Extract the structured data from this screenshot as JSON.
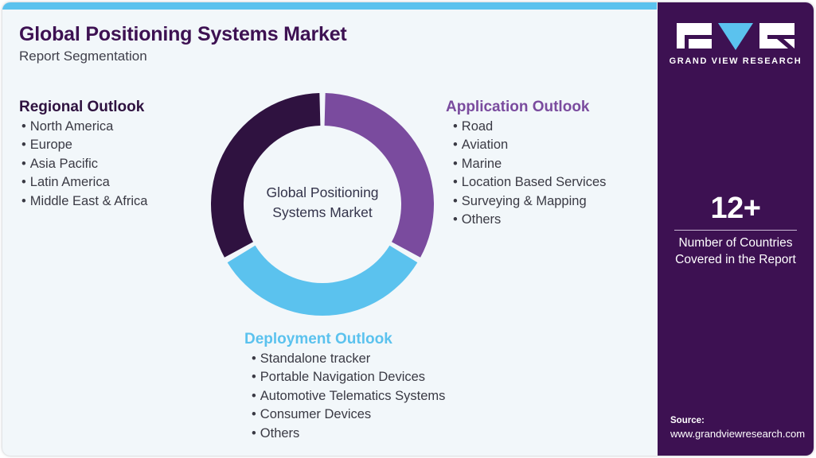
{
  "header": {
    "title": "Global Positioning Systems Market",
    "subtitle": "Report Segmentation"
  },
  "colors": {
    "accent_blue": "#5bc2ee",
    "dark_purple": "#3d1152",
    "mid_purple": "#7a4b9e",
    "deep_purple_segment": "#2f1240",
    "card_background": "#f2f7fa",
    "body_text": "#3a3a44"
  },
  "donut": {
    "center_label_line1": "Global Positioning",
    "center_label_line2": "Systems Market"
  },
  "chart_data": {
    "type": "pie",
    "title": "Global Positioning Systems Market Report Segmentation",
    "categories": [
      "Regional Outlook",
      "Application Outlook",
      "Deployment Outlook"
    ],
    "values": [
      33.3,
      33.3,
      33.3
    ],
    "colors": [
      "#2f1240",
      "#7a4b9e",
      "#5bc2ee"
    ],
    "center_text": "Global Positioning Systems Market",
    "legend_position": "around",
    "donut": true,
    "inner_radius_ratio": 0.71
  },
  "regional_outlook": {
    "heading": "Regional Outlook",
    "items": [
      "North America",
      "Europe",
      "Asia Pacific",
      "Latin America",
      "Middle East & Africa"
    ]
  },
  "application_outlook": {
    "heading": "Application Outlook",
    "items": [
      "Road",
      "Aviation",
      "Marine",
      "Location Based Services",
      "Surveying & Mapping",
      "Others"
    ]
  },
  "deployment_outlook": {
    "heading": "Deployment Outlook",
    "items": [
      "Standalone tracker",
      "Portable Navigation Devices",
      "Automotive Telematics Systems",
      "Consumer Devices",
      "Others"
    ]
  },
  "side_panel": {
    "logo_text": "GRAND VIEW RESEARCH",
    "stat_value": "12+",
    "stat_caption_line1": "Number of Countries",
    "stat_caption_line2": "Covered in the Report",
    "source_label": "Source:",
    "source_url": "www.grandviewresearch.com"
  },
  "bullet": "•"
}
